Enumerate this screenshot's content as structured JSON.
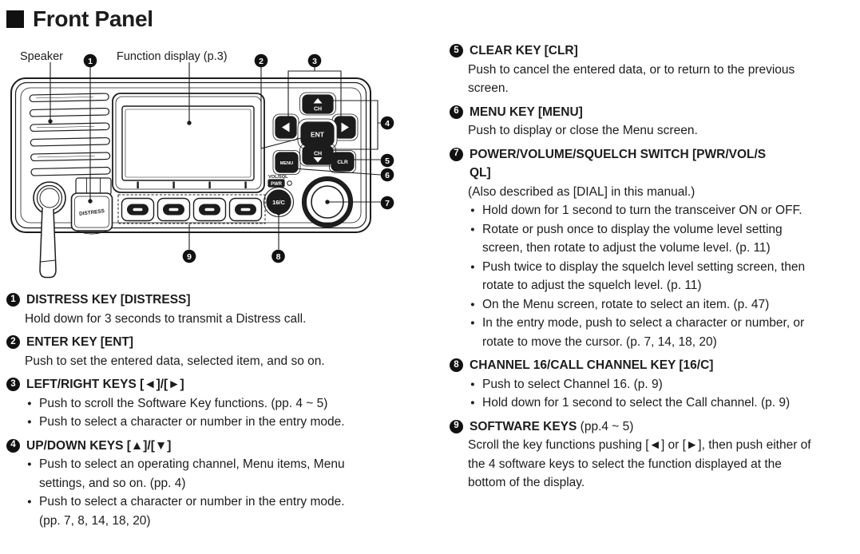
{
  "title": "Front Panel",
  "colors": {
    "ink": "#1c1c1c",
    "paper": "#ffffff"
  },
  "diagram": {
    "speaker_label": "Speaker",
    "display_label": "Function display (p.3)",
    "keys": {
      "distress": "DISTRESS",
      "ent": "ENT",
      "ch_up": "CH",
      "ch_down": "CH",
      "menu": "MENU",
      "clr": "CLR",
      "vol_sql": "VOL/SQL",
      "pwr": "PWR",
      "ch16": "16/C"
    },
    "callouts": [
      "1",
      "2",
      "3",
      "4",
      "5",
      "6",
      "7",
      "8",
      "9"
    ]
  },
  "left_sections": [
    {
      "num": "1",
      "heading": "DISTRESS KEY [DISTRESS]",
      "paras": [
        "Hold down for 3 seconds to transmit a Distress call."
      ]
    },
    {
      "num": "2",
      "heading": "ENTER KEY [ENT]",
      "paras": [
        "Push to set the entered data, selected item, and so on."
      ]
    },
    {
      "num": "3",
      "heading": "LEFT/RIGHT KEYS [◄]/[►]",
      "bullets": [
        "Push to scroll the Software Key functions. (pp. 4 ~ 5)",
        "Push to select a character or number in the entry mode."
      ]
    },
    {
      "num": "4",
      "heading": "UP/DOWN KEYS [▲]/[▼]",
      "bullets": [
        "Push to select an operating channel, Menu items, Menu settings, and so on. (pp. 4)",
        "Push to select a character or number in the entry mode. (pp. 7, 8, 14, 18, 20)"
      ]
    }
  ],
  "right_sections": [
    {
      "num": "5",
      "heading": "CLEAR KEY [CLR]",
      "paras": [
        "Push to cancel the entered data, or to return to the previous screen."
      ]
    },
    {
      "num": "6",
      "heading": "MENU KEY [MENU]",
      "paras": [
        "Push to display or close the Menu screen."
      ]
    },
    {
      "num": "7",
      "heading": "POWER/VOLUME/SQUELCH SWITCH [PWR/VOL/SQL]",
      "paras": [
        "(Also described as [DIAL] in this manual.)"
      ],
      "bullets": [
        "Hold down for 1 second to turn the transceiver ON or OFF.",
        "Rotate or push once to display the volume level setting screen, then rotate to adjust the volume level. (p. 11)",
        "Push twice to display the squelch level setting screen, then rotate to adjust the squelch level. (p. 11)",
        "On the Menu screen, rotate to select an item. (p. 47)",
        "In the entry mode, push to select a character or number, or rotate to move the cursor. (p. 7, 14, 18, 20)"
      ]
    },
    {
      "num": "8",
      "heading": "CHANNEL 16/CALL CHANNEL KEY [16/C]",
      "bullets": [
        "Push to select Channel 16. (p. 9)",
        "Hold down for 1 second to select the Call channel. (p. 9)"
      ]
    },
    {
      "num": "9",
      "heading": "SOFTWARE KEYS",
      "heading_suffix": " (pp.4 ~ 5)",
      "paras": [
        "Scroll the key functions pushing [◄] or [►], then push either of the 4 software keys to select the function displayed at the bottom of the display."
      ]
    }
  ]
}
